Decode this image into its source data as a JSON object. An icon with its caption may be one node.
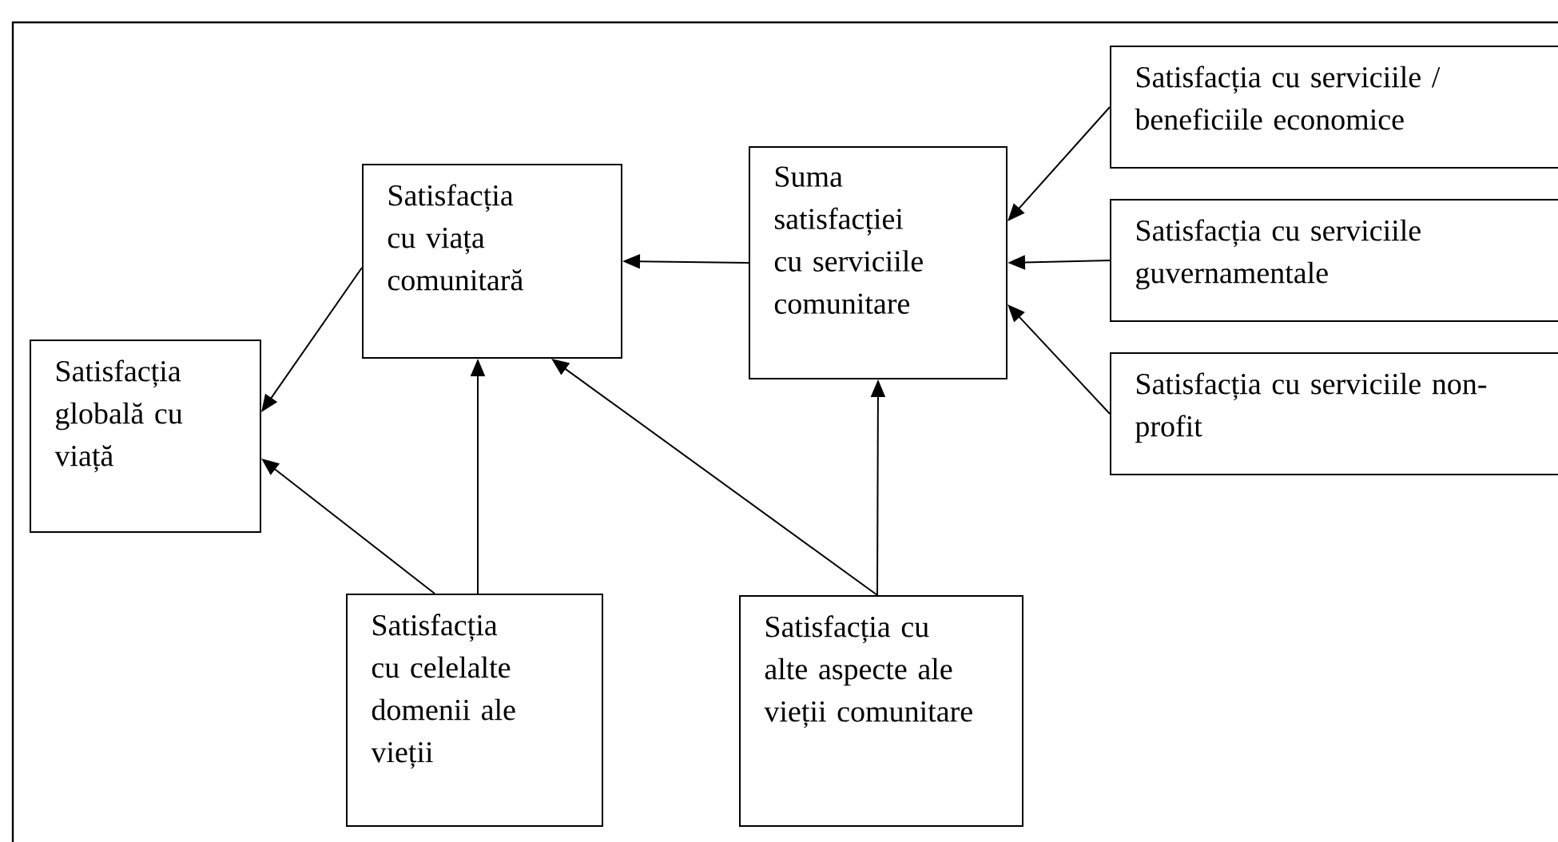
{
  "diagram": {
    "nodes": [
      {
        "text": [
          "Satisfacția globală cu viață"
        ]
      },
      {
        "text": [
          "Satisfacția cu viața comunitară"
        ]
      },
      {
        "text": [
          "Suma satisfacției cu serviciile comunitare"
        ]
      },
      {
        "text": [
          "Satisfacția cu serviciile / beneficiile economice"
        ]
      },
      {
        "text": [
          "Satisfacția cu serviciile guvernamentale"
        ]
      },
      {
        "text": [
          "Satisfacția cu serviciile non-profit"
        ]
      },
      {
        "text": [
          "Satisfacția cu celelalte domenii ale vieții"
        ]
      },
      {
        "text": [
          "Satisfacția cu alte aspecte ale vieții comunitare"
        ]
      }
    ],
    "edges": [
      {
        "from": 1,
        "to": 0,
        "arrow": "to"
      },
      {
        "from": 2,
        "to": 1,
        "arrow": "to"
      },
      {
        "from": 3,
        "to": 2,
        "arrow": "to"
      },
      {
        "from": 4,
        "to": 2,
        "arrow": "to"
      },
      {
        "from": 5,
        "to": 2,
        "arrow": "to"
      },
      {
        "from": 6,
        "to": 0,
        "arrow": "to"
      },
      {
        "from": 6,
        "to": 1,
        "arrow": "to"
      },
      {
        "from": 7,
        "to": 1,
        "arrow": "to"
      },
      {
        "from": 7,
        "to": 2,
        "arrow": "to"
      }
    ]
  }
}
